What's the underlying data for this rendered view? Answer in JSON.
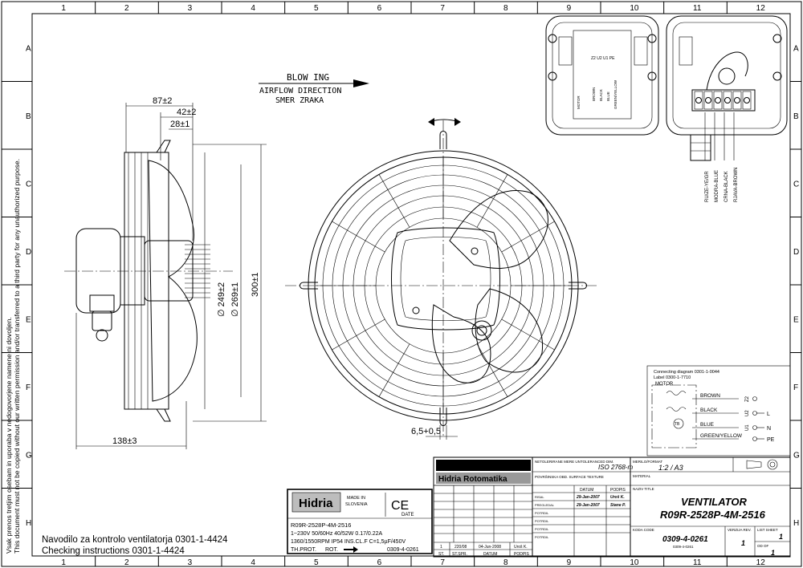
{
  "grid": {
    "cols": [
      "1",
      "2",
      "3",
      "4",
      "5",
      "6",
      "7",
      "8",
      "9",
      "10",
      "11",
      "12"
    ],
    "rows": [
      "A",
      "B",
      "C",
      "D",
      "E",
      "F",
      "G",
      "H"
    ]
  },
  "side_text": {
    "line1": "Vsak prenos tretjim osebam in uporaba v nedogovorjene namene ni dovoljen.",
    "line2": "This document must not be copied without our written permission and/or transferred to a third party for any unauthorized purpose."
  },
  "airflow": {
    "word1": "BLOW ING",
    "word2": "AIRFLOW DIRECTION",
    "word3": "SMER ZRAKA"
  },
  "dimensions": {
    "d87": "87±2",
    "d42": "42±2",
    "d28": "28±1",
    "d249": "∅ 249±2",
    "d269": "∅ 269±1",
    "d300": "300±1",
    "d138": "138±3",
    "d65": "6,5+0,5"
  },
  "terminal_labels": [
    "RU/ZE-YE/GR",
    "MODRA-BLUE",
    "CRNA-BLACK",
    "RJAVA-BROWN"
  ],
  "diagram_small": {
    "title1": "Connecting diagram 0301-1-0044",
    "title2": "Label 0300-1-7710",
    "motor": "MOTOR",
    "wires": [
      {
        "name": "BROWN",
        "term": "Z2",
        "line": ""
      },
      {
        "name": "BLACK",
        "term": "U2",
        "line": "L"
      },
      {
        "name": "BLUE",
        "term": "U1",
        "line": "N"
      },
      {
        "name": "GREEN/YELLOW",
        "term": "",
        "line": "PE"
      }
    ],
    "tb": "TB"
  },
  "instructions": {
    "line1": "Navodilo za kontrolo ventilatorja 0301-1-4424",
    "line2": "Checking instructions 0301-1-4424"
  },
  "label_plate": {
    "brand": "Hidria",
    "made_in": "MADE IN",
    "country": "SLOVENIA",
    "ce": "CE",
    "date": "DATE",
    "model": "R09R-2528P-4M-2516",
    "spec1": "1~230V 50/60Hz 40/52W 0.17/0.22A",
    "spec2": "1360/1550RPM IP54 INS.CL.F C=1,5µF/450V",
    "spec3a": "TH.PROT.",
    "spec3b": "ROT.",
    "spec3c": "0309-4-0261"
  },
  "title_block": {
    "brand": "Hidria",
    "brand_sub": "Hidria Rotomatika",
    "tolerance_label": "NETOLERIRANE MERE UNTOLERANCED DIM.",
    "tolerance_value": "ISO 2768-m",
    "surface_label": "POVRŠINSKA OBD. SURFACE TEXTURE",
    "scale_label": "MERILO/FORMAT",
    "scale_value": "1:2 / A3",
    "material_label": "MATERIAL",
    "date_header": "DATUM",
    "sign_header": "PODPIS",
    "rows": [
      {
        "label": "RISAL",
        "date": "29-Jan-2007",
        "sign": "Uroš K."
      },
      {
        "label": "PREGLEDAL",
        "date": "29-Jan-2007",
        "sign": "Stane P."
      },
      {
        "label": "POTRDIL",
        "date": "",
        "sign": ""
      },
      {
        "label": "POTRDIL",
        "date": "",
        "sign": ""
      },
      {
        "label": "POTRDIL",
        "date": "",
        "sign": ""
      },
      {
        "label": "POTRDIL",
        "date": "",
        "sign": ""
      }
    ],
    "name_label": "NAZIV TITLE",
    "name1": "VENTILATOR",
    "name2": "R09R-2528P-4M-2516",
    "code_label": "KODA CODE",
    "code_value": "0309-4-0261",
    "code_sub": "0309-4-0261",
    "version_label": "VERZIJA REV.",
    "version_value": "1",
    "sheet_label": "LIST SHEET",
    "sheet_value": "1",
    "of_label": "OD OF",
    "of_value": "1",
    "rev_row": {
      "st": "1",
      "stspr": "220/08",
      "datum": "04-Jun-2008",
      "podpis": "Uroš K."
    },
    "rev_headers": {
      "st": "ST.",
      "stspr": "ST.SPR.",
      "datum": "DATUM",
      "podpis": "PODPIS"
    }
  }
}
